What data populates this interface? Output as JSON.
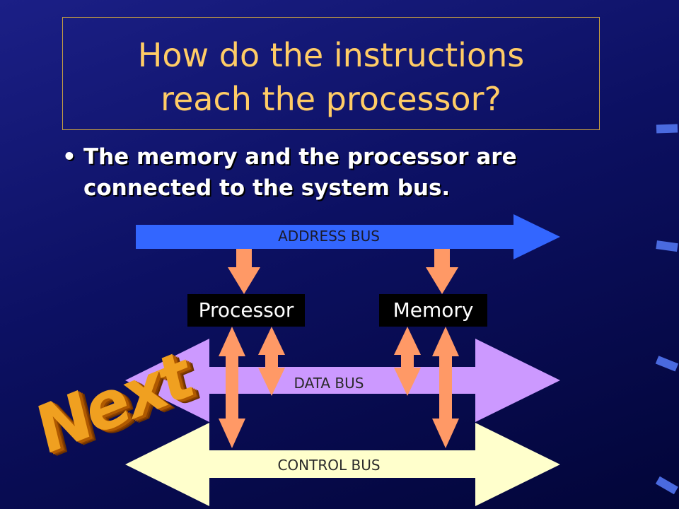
{
  "slide": {
    "title_lines": [
      "How do the instructions",
      "reach the processor?"
    ],
    "bullet_marker": "•",
    "bullet_lines": [
      "The memory and the processor are",
      "connected to the system bus."
    ]
  },
  "diagram": {
    "address_bus": "ADDRESS BUS",
    "data_bus": "DATA BUS",
    "control_bus": "CONTROL BUS",
    "processor": "Processor",
    "memory": "Memory"
  },
  "next_button": {
    "label": "Next"
  },
  "colors": {
    "background": "#0c1062",
    "title_text": "#ffcc66",
    "address_bus": "#3366ff",
    "data_bus": "#cc99ff",
    "control_bus": "#ffffcc",
    "connector": "#ff9966",
    "box": "#000000",
    "next": "#f0a020"
  }
}
